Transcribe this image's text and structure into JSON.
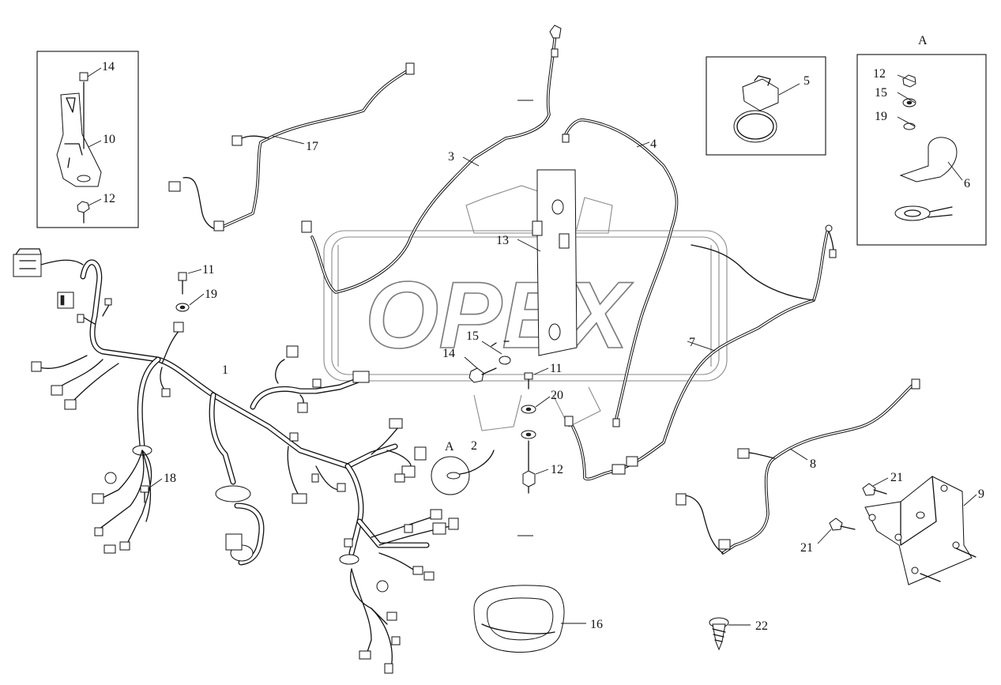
{
  "watermark": {
    "text": "OPEX",
    "colors": {
      "line": "#8a8a8a"
    }
  },
  "callouts": {
    "c1": "1",
    "c2": "2",
    "c3": "3",
    "c4": "4",
    "c5": "5",
    "c6": "6",
    "c7": "7",
    "c8": "8",
    "c9": "9",
    "c10": "10",
    "c11a": "11",
    "c11b": "11",
    "c12a": "12",
    "c12b": "12",
    "c12c": "12",
    "c13": "13",
    "c14a": "14",
    "c14b": "14",
    "c15a": "15",
    "c15b": "15",
    "c16": "16",
    "c17": "17",
    "c18": "18",
    "c19a": "19",
    "c19b": "19",
    "c20": "20",
    "c21a": "21",
    "c21b": "21",
    "c22": "22"
  },
  "view_labels": {
    "a_detail": "A",
    "a_ref": "A"
  }
}
